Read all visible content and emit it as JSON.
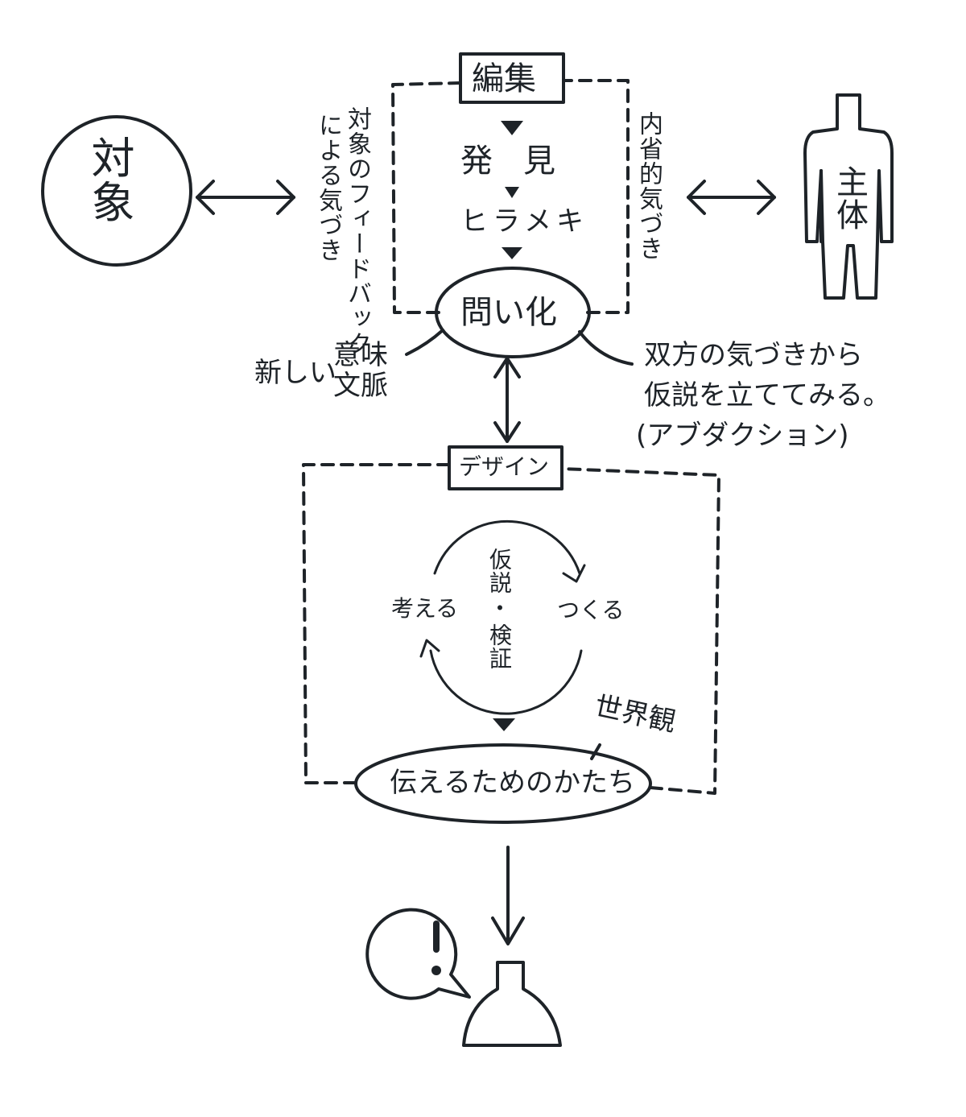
{
  "diagram": {
    "object_label": "対象",
    "subject_label": "主体",
    "edit_section": {
      "title": "編集",
      "steps": [
        "発見",
        "ヒラメキ"
      ],
      "result": "問い化",
      "left_annotation_line1": "対象のフィードバック",
      "left_annotation_line2": "による気づき",
      "right_annotation": "内省的気づき"
    },
    "context_label_prefix": "新しい",
    "context_label_line1": "意味",
    "context_label_line2": "文脈",
    "hypothesis_note": {
      "line1": "双方の気づきから",
      "line2": "仮説を立ててみる。",
      "line3": "(アブダクション)"
    },
    "design_section": {
      "title": "デザイン",
      "cycle_center_line1": "仮説",
      "cycle_center_sep": "・",
      "cycle_center_line2": "検証",
      "cycle_left": "考える",
      "cycle_right": "つくる",
      "output": "伝えるためのかたち",
      "worldview": "世界観"
    },
    "audience": {
      "speech_bubble": "!"
    }
  }
}
